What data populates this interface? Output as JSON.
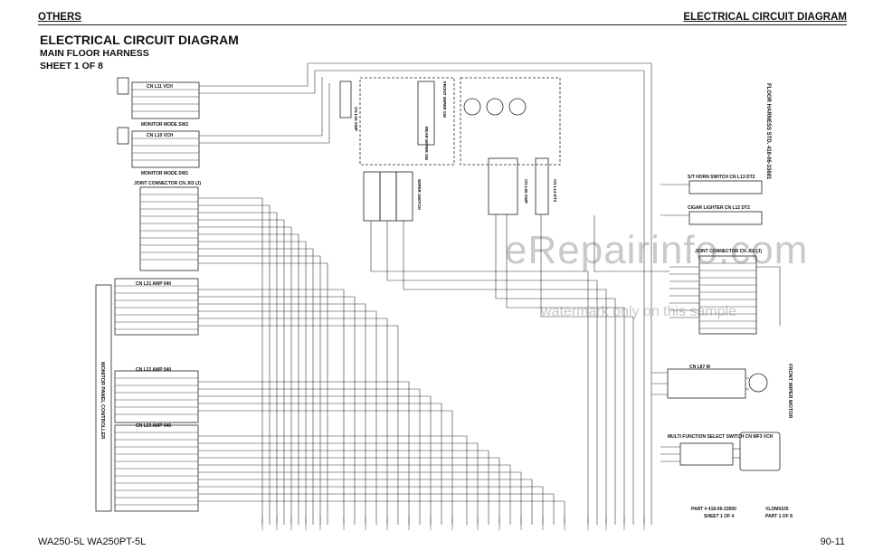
{
  "header": {
    "left": "OTHERS",
    "right": "ELECTRICAL CIRCUIT DIAGRAM"
  },
  "title": "ELECTRICAL CIRCUIT DIAGRAM",
  "subtitle1": "MAIN FLOOR HARNESS",
  "subtitle2": "SHEET 1 OF 8",
  "footer": {
    "left": "WA250-5L WA250PT-5L",
    "right": "90-11"
  },
  "watermark": {
    "main": "eRepairinfo.com",
    "sub": "watermark only on this sample"
  },
  "diagram": {
    "connectors_left": [
      {
        "name": "CN L11 VCH",
        "caption": "MONITOR MODE SW2"
      },
      {
        "name": "CN L10 VCH",
        "caption": "MONITOR MODE SW1"
      },
      {
        "name": "JOINT CONNECTOR CN J03 (J)",
        "caption": ""
      },
      {
        "name": "CN L21 AMP 040",
        "caption": ""
      },
      {
        "name": "CN L22 AMP 040",
        "caption": ""
      },
      {
        "name": "CN L23 AMP 040",
        "caption": ""
      }
    ],
    "controller_label": "MONITOR PANEL CONTROLLER",
    "right_components": [
      "S/T HORN SWITCH CN L13 DT2",
      "CIGAR LIGHTER CN L12 DT2",
      "JOINT CONNECTOR CN J02 (J)",
      "CN L87 M",
      "FRONT WIPER MOTOR",
      "MULTI FUNCTION SELECT SWITCH CN MF3 VCH"
    ],
    "top_labels": [
      "FRONT WIPER SW",
      "REAR WIPER SW",
      "WIPER SWITCH",
      "CN L06 SWP",
      "CN L14 DT3",
      "CN L04 SWP"
    ],
    "harness_std": "FLOOR HARNESS STD. 418-06-33681",
    "part_number": "PART # 418-06-33000",
    "part_sheet": "SHEET 1 OF 4",
    "vlom": "VLOM0105",
    "vlom_part": "PART 1 OF 8"
  }
}
